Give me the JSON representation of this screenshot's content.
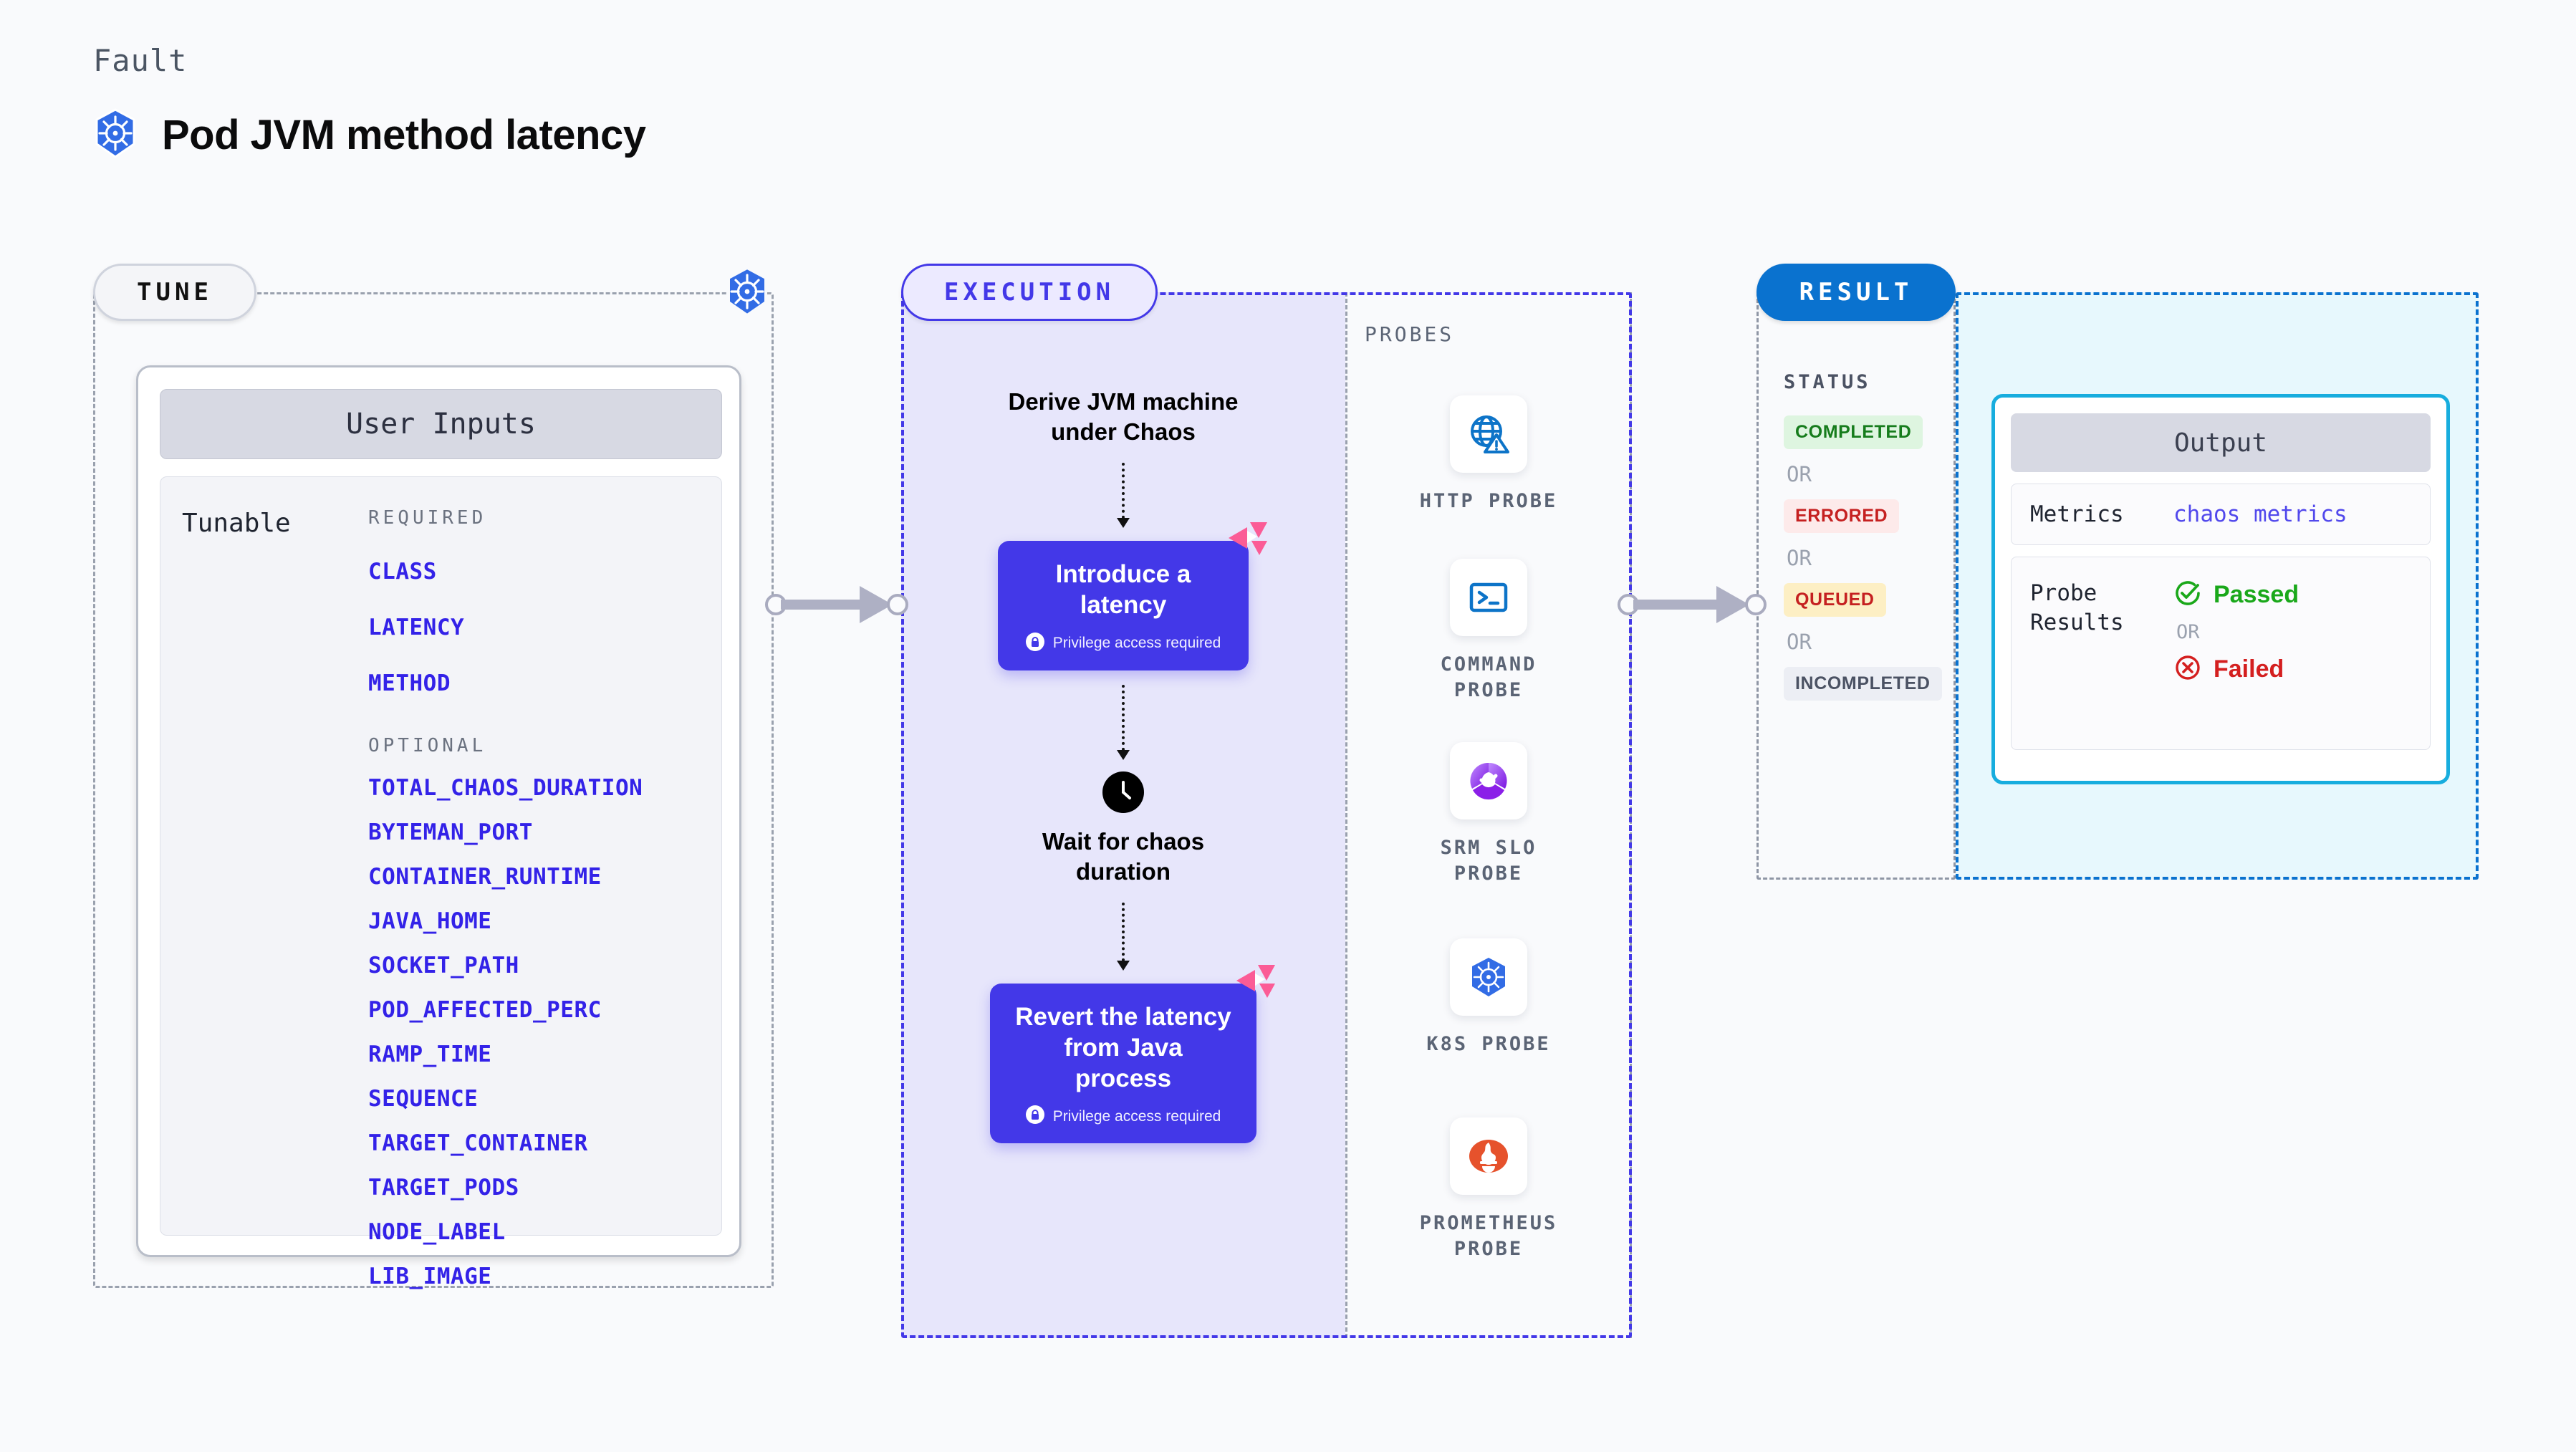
{
  "header": {
    "eyebrow": "Fault",
    "title": "Pod JVM method latency",
    "icon": "kubernetes-icon"
  },
  "tune": {
    "pill_label": "TUNE",
    "badge_icon": "kubernetes-icon",
    "card": {
      "header": "User Inputs",
      "tunable_label": "Tunable",
      "required_label": "REQUIRED",
      "required": [
        "CLASS",
        "LATENCY",
        "METHOD"
      ],
      "optional_label": "OPTIONAL",
      "optional": [
        "TOTAL_CHAOS_DURATION",
        "BYTEMAN_PORT",
        "CONTAINER_RUNTIME",
        "JAVA_HOME",
        "SOCKET_PATH",
        "POD_AFFECTED_PERC",
        "RAMP_TIME",
        "SEQUENCE",
        "TARGET_CONTAINER",
        "TARGET_PODS",
        "NODE_LABEL",
        "LIB_IMAGE"
      ]
    }
  },
  "execution": {
    "pill_label": "EXECUTION",
    "steps": [
      {
        "type": "text",
        "label": "Derive JVM machine\nunder Chaos"
      },
      {
        "type": "action",
        "label": "Introduce a latency",
        "note": "Privilege access required",
        "note_icon": "lock-icon",
        "corner_icon": "litmus-icon"
      },
      {
        "type": "wait",
        "icon": "clock-icon",
        "label": "Wait for chaos\nduration"
      },
      {
        "type": "action",
        "label": "Revert the latency\nfrom Java process",
        "note": "Privilege access required",
        "note_icon": "lock-icon",
        "corner_icon": "litmus-icon"
      }
    ]
  },
  "probes": {
    "label": "PROBES",
    "items": [
      {
        "name": "HTTP  PROBE",
        "icon": "globe-warning-icon"
      },
      {
        "name": "COMMAND\nPROBE",
        "icon": "terminal-icon"
      },
      {
        "name": "SRM  SLO\nPROBE",
        "icon": "srm-slo-icon"
      },
      {
        "name": "K8S  PROBE",
        "icon": "kubernetes-icon"
      },
      {
        "name": "PROMETHEUS\nPROBE",
        "icon": "prometheus-icon"
      }
    ]
  },
  "result": {
    "pill_label": "RESULT",
    "status_label": "STATUS",
    "or_label": "OR",
    "statuses": [
      {
        "label": "COMPLETED",
        "bg": "#def5e0",
        "fg": "#167c1c"
      },
      {
        "label": "ERRORED",
        "bg": "#fdeaea",
        "fg": "#c52020"
      },
      {
        "label": "QUEUED",
        "bg": "#fdefc4",
        "fg": "#c52020"
      },
      {
        "label": "INCOMPLETED",
        "bg": "#eceef4",
        "fg": "#4b5263"
      }
    ],
    "output": {
      "header": "Output",
      "metrics_key": "Metrics",
      "metrics_value": "chaos metrics",
      "probe_results_key": "Probe\nResults",
      "passed_label": "Passed",
      "passed_icon": "check-circle-icon",
      "or_label": "OR",
      "failed_label": "Failed",
      "failed_icon": "x-circle-icon"
    }
  },
  "colors": {
    "accent_purple": "#4338e8",
    "accent_blue": "#0a72cf",
    "accent_cyan": "#17adde",
    "litmus_pink": "#fb5c96",
    "param_blue": "#3322e8"
  }
}
